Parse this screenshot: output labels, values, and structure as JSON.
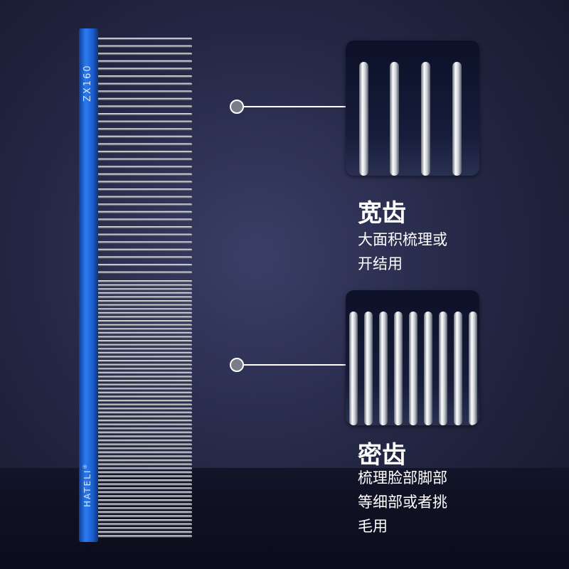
{
  "comb": {
    "model": "ZX160",
    "brand": "HATELI",
    "trademark": "®",
    "spine_color": "#1f6fe8"
  },
  "features": [
    {
      "title": "宽齿",
      "description": "大面积梳理或\n开结用"
    },
    {
      "title": "密齿",
      "description": "梳理脸部脚部\n等细部或者挑\n毛用"
    }
  ]
}
